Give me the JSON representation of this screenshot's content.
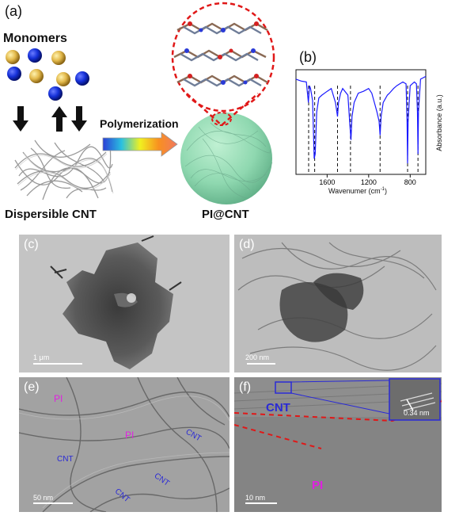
{
  "panel_a": {
    "label": "(a)",
    "monomers": "Monomers",
    "polymerization": "Polymerization",
    "dispersible_cnt": "Dispersible CNT",
    "pi_cnt": "PI@CNT"
  },
  "panel_b": {
    "label": "(b)",
    "xlabel": "Wavenumer (cm",
    "xlabel_sup": "-1",
    "xlabel_close": ")",
    "ylabel": "Absorbance (a.u.)",
    "ticks": [
      "1600",
      "1200",
      "800"
    ]
  },
  "panel_c": {
    "label": "(c)",
    "scale": "1 μm"
  },
  "panel_d": {
    "label": "(d)",
    "scale": "200 nm"
  },
  "panel_e": {
    "label": "(e)",
    "scale": "50 nm",
    "pi1": "PI",
    "pi2": "PI",
    "cnt1": "CNT",
    "cnt2": "CNT",
    "cnt3": "CNT",
    "cnt4": "CNT"
  },
  "panel_f": {
    "label": "(f)",
    "scale": "10 nm",
    "cnt": "CNT",
    "pi": "PI",
    "d_spacing": "0.34 nm"
  },
  "chart_data": {
    "type": "line",
    "title": "",
    "xlabel": "Wavenumer (cm-1)",
    "ylabel": "Absorbance (a.u.)",
    "x_ticks": [
      1600,
      1200,
      800
    ],
    "xlim": [
      1900,
      650
    ],
    "x_reversed": true,
    "dashed_lines_at": [
      1778,
      1720,
      1500,
      1375,
      1090,
      825,
      725
    ],
    "series": [
      {
        "color": "#1a1aff",
        "x": [
          1900,
          1850,
          1800,
          1780,
          1770,
          1760,
          1740,
          1725,
          1715,
          1700,
          1680,
          1650,
          1600,
          1560,
          1520,
          1500,
          1490,
          1470,
          1450,
          1400,
          1380,
          1370,
          1360,
          1340,
          1320,
          1300,
          1250,
          1200,
          1170,
          1150,
          1120,
          1100,
          1090,
          1080,
          1060,
          1020,
          1000,
          960,
          930,
          900,
          870,
          840,
          830,
          825,
          820,
          800,
          780,
          760,
          740,
          730,
          725,
          720,
          700,
          650
        ],
        "y": [
          0.95,
          0.93,
          0.92,
          0.7,
          0.88,
          0.85,
          0.72,
          0.1,
          0.15,
          0.6,
          0.75,
          0.78,
          0.82,
          0.85,
          0.7,
          0.55,
          0.7,
          0.8,
          0.85,
          0.78,
          0.45,
          0.3,
          0.55,
          0.7,
          0.75,
          0.8,
          0.82,
          0.85,
          0.8,
          0.72,
          0.6,
          0.5,
          0.35,
          0.55,
          0.7,
          0.78,
          0.8,
          0.85,
          0.88,
          0.9,
          0.92,
          0.9,
          0.5,
          0.05,
          0.5,
          0.88,
          0.9,
          0.92,
          0.9,
          0.6,
          0.15,
          0.6,
          0.95,
          0.98
        ]
      }
    ]
  }
}
